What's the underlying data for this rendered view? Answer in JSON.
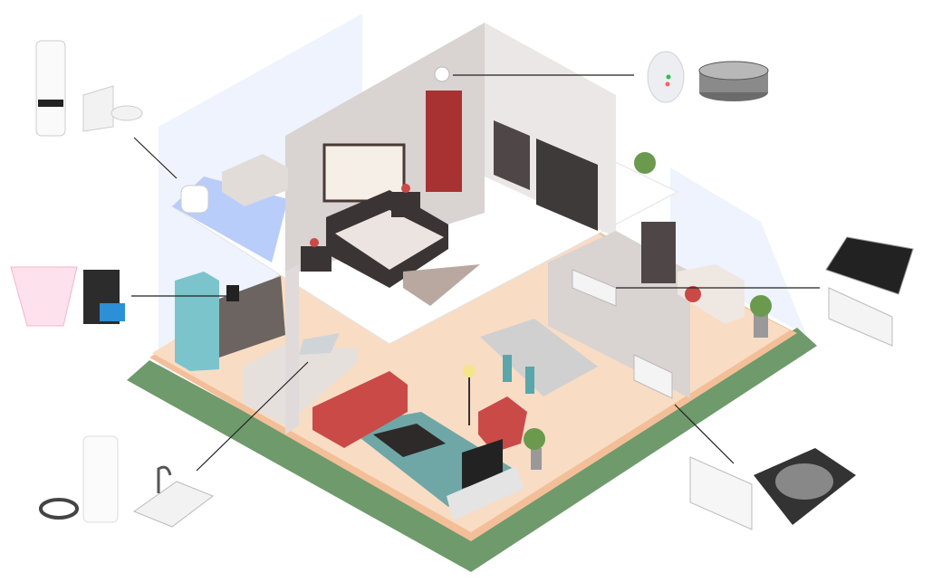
{
  "colors": {
    "base_green": "#6f9a6c",
    "floor_peach": "#f9d9c0",
    "floor_edge": "#f3bf98",
    "wall_gray": "#d9d3d2",
    "wall_light": "#ebe7e6",
    "glass_blue": "#e6eefc",
    "bath_floor": "#b9cdfa",
    "sofa_red": "#c94a47",
    "door_red": "#a83232",
    "fridge_teal": "#7cc4cc",
    "rug_teal": "#6fa7a7",
    "callout_line": "#222222"
  },
  "callouts": [
    {
      "room": "bedroom",
      "products": [
        "smoke-detector-icon",
        "filter-ring-icon"
      ]
    },
    {
      "room": "bathroom",
      "products": [
        "air-vent-filter-icon",
        "toilet-part-icon"
      ]
    },
    {
      "room": "kitchen",
      "products": [
        "water-tank-icon",
        "coffee-machine-icon"
      ]
    },
    {
      "room": "office",
      "products": [
        "air-filter-mesh-icon",
        "air-conditioner-icon"
      ]
    },
    {
      "room": "living-room",
      "products": [
        "panel-heater-icon",
        "floor-vent-icon"
      ]
    },
    {
      "room": "kitchen-sink",
      "products": [
        "sink-icon",
        "water-filter-cartridge-icon",
        "seal-ring-icon"
      ]
    }
  ]
}
